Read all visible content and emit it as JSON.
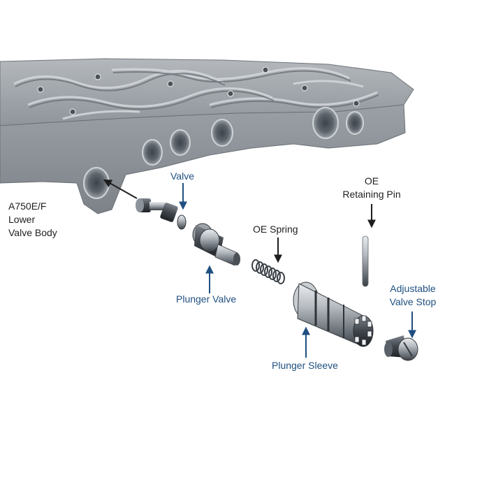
{
  "labels": {
    "valve_body": [
      "A750E/F",
      "Lower",
      "Valve Body"
    ],
    "valve": "Valve",
    "retaining_pin": [
      "OE",
      "Retaining Pin"
    ],
    "oe_spring": "OE Spring",
    "plunger_valve": "Plunger Valve",
    "adjustable_valve_stop": [
      "Adjustable",
      "Valve Stop"
    ],
    "plunger_sleeve": "Plunger Sleeve"
  },
  "colors": {
    "callout_blue": "#1f4f80",
    "callout_black": "#1e1e1e",
    "metal_light": "#c7cbd0",
    "metal_dark": "#6f757c"
  }
}
